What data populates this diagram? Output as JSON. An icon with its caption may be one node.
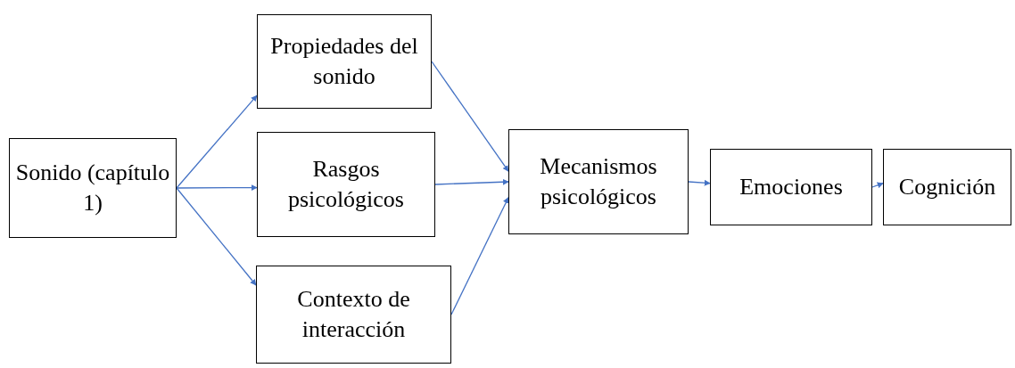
{
  "diagram": {
    "nodes": [
      {
        "text": [
          "Sonido (capítulo 1)"
        ]
      },
      {
        "text": [
          "Propiedades del sonido"
        ]
      },
      {
        "text": [
          "Rasgos psicológicos"
        ]
      },
      {
        "text": [
          "Contexto de interacción"
        ]
      },
      {
        "text": [
          "Mecanismos psicológicos"
        ]
      },
      {
        "text": [
          "Emociones"
        ]
      },
      {
        "text": [
          "Cognición"
        ]
      }
    ],
    "edges": [
      {
        "from": 0,
        "to": 1,
        "arrow": "to"
      },
      {
        "from": 0,
        "to": 2,
        "arrow": "to"
      },
      {
        "from": 0,
        "to": 3,
        "arrow": "to"
      },
      {
        "from": 1,
        "to": 4,
        "arrow": "to"
      },
      {
        "from": 2,
        "to": 4,
        "arrow": "to"
      },
      {
        "from": 3,
        "to": 4,
        "arrow": "to"
      },
      {
        "from": 4,
        "to": 5,
        "arrow": "to"
      },
      {
        "from": 5,
        "to": 6,
        "arrow": "to"
      }
    ]
  }
}
